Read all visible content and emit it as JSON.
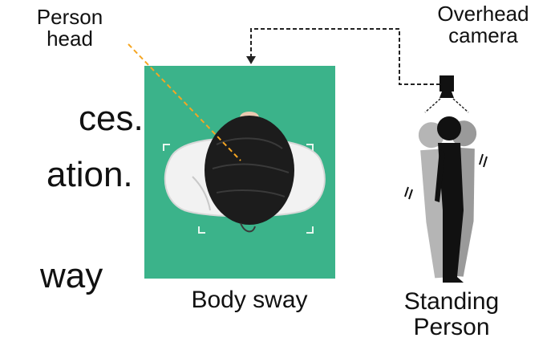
{
  "slide_text_fragments": [
    "ces.",
    "ation.",
    "way"
  ],
  "labels": {
    "person_head": "Person\nhead",
    "overhead_camera": "Overhead\ncamera",
    "body_sway": "Body sway",
    "standing_person": "Standing\nPerson"
  },
  "colors": {
    "green_screen": "#3bb38a",
    "guide_line": "#f5a623",
    "connector": "#222222",
    "silhouette": "#111111",
    "shadow": "#9a9a9a"
  },
  "icons": [
    "overhead-camera-icon",
    "standing-person-silhouette",
    "sway-motion-marks"
  ]
}
